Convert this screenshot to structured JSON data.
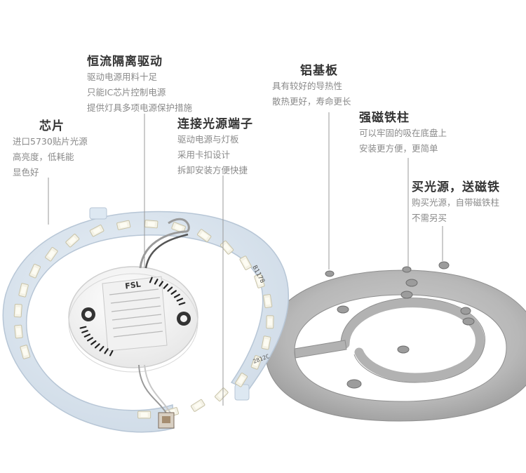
{
  "callouts": {
    "driver": {
      "title": "恒流隔离驱动",
      "lines": [
        "驱动电源用料十足",
        "只能IC芯片控制电源",
        "提供灯具多项电源保护措施"
      ]
    },
    "chip": {
      "title": "芯片",
      "lines": [
        "进口5730贴片光源",
        "高亮度，低耗能",
        "显色好"
      ]
    },
    "connector": {
      "title": "连接光源端子",
      "lines": [
        "驱动电源与灯板",
        "采用卡扣设计",
        "拆卸安装方便快捷"
      ]
    },
    "aluminum": {
      "title": "铝基板",
      "lines": [
        "具有较好的导热性",
        "散热更好，寿命更长"
      ]
    },
    "magnet": {
      "title": "强磁铁柱",
      "lines": [
        "可以牢固的吸在底盘上",
        "安装更方便，更简单"
      ]
    },
    "bundle": {
      "title": "买光源，送磁铁",
      "lines": [
        "购买光源，自带磁铁柱",
        "不需另买"
      ]
    }
  },
  "product": {
    "driver_brand": "FSL",
    "pcb_code": "2812C"
  },
  "colors": {
    "pcb": "#dde8f2",
    "pcb_edge": "#b7c6d6",
    "led": "#f4f2e6",
    "plate": "#b4b4b4",
    "title_text": "#333333",
    "body_text": "#8a8a8a"
  }
}
